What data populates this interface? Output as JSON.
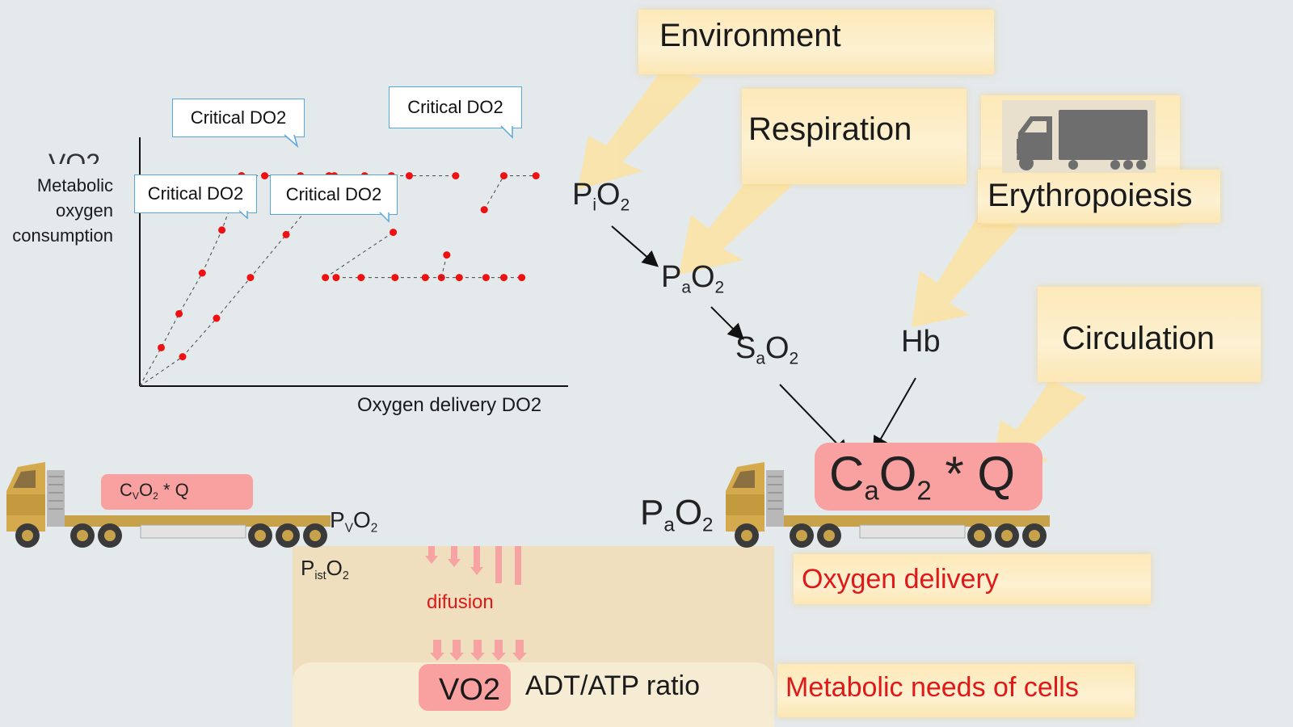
{
  "diagram": {
    "factor_boxes": {
      "environment": "Environment",
      "respiration": "Respiration",
      "erythropoiesis": "Erythropoiesis",
      "circulation": "Circulation"
    },
    "chain": {
      "p_i_o2": {
        "main": "P",
        "sub": "i",
        "o": "O",
        "o_sub": "2"
      },
      "p_a_o2": {
        "main": "P",
        "sub": "a",
        "o": "O",
        "o_sub": "2"
      },
      "s_a_o2": {
        "main": "S",
        "sub": "a",
        "o": "O",
        "o_sub": "2"
      },
      "hb": "Hb",
      "ca_o2_q": {
        "main": "C",
        "sub": "a",
        "o": "O",
        "o_sub": "2",
        "tail": "* Q"
      }
    },
    "trucks": {
      "venous_cargo": {
        "main": "C",
        "sub": "V",
        "o": "O",
        "o_sub": "2",
        "tail": "* Q"
      },
      "venous_p": {
        "main": "P",
        "sub": "V",
        "o": "O",
        "o_sub": "2"
      },
      "arterial_p": {
        "main": "P",
        "sub": "a",
        "o": "O",
        "o_sub": "2"
      }
    },
    "tissue": {
      "p_ist_o2": {
        "main": "P",
        "sub": "ist",
        "o": "O",
        "o_sub": "2"
      },
      "diffusion": "difusion",
      "vo2": "VO2",
      "ratio": "ADT/ATP ratio"
    },
    "right_labels": {
      "oxygen_delivery": "Oxygen delivery",
      "metabolic_needs": "Metabolic needs of cells"
    },
    "accent_colors": {
      "marker": "#ee1111",
      "pink": "#f9a0a0",
      "red_text": "#e01818",
      "arrow_yellow": "#fbe3a6"
    }
  },
  "chart_data": {
    "type": "scatter",
    "title": "",
    "xlabel": "Oxygen delivery DO2",
    "ylabel_lines": [
      "Metabolic",
      "oxygen",
      "consumption"
    ],
    "ylabel_behind": "VO2",
    "callouts": [
      "Critical DO2",
      "Critical DO2",
      "Critical DO2",
      "Critical DO2"
    ],
    "series": [
      {
        "x": [
          1.2,
          2.2,
          3.5,
          4.6,
          5.7
        ],
        "y": [
          1.7,
          3.2,
          5.0,
          6.9,
          9.3
        ]
      },
      {
        "x": [
          5.7,
          7.0,
          9.0,
          10.9
        ],
        "y": [
          9.3,
          9.3,
          9.3,
          9.3
        ]
      },
      {
        "x": [
          2.4,
          4.3,
          6.2,
          8.2,
          10.6
        ],
        "y": [
          1.3,
          3.0,
          4.8,
          6.7,
          9.0
        ]
      },
      {
        "x": [
          10.6,
          12.6,
          14.1,
          15.1,
          17.7
        ],
        "y": [
          9.3,
          9.3,
          9.3,
          9.3,
          9.3
        ]
      },
      {
        "x": [
          10.4,
          14.2
        ],
        "y": [
          4.8,
          6.8
        ]
      },
      {
        "x": [
          16.9,
          17.2
        ],
        "y": [
          4.8,
          5.8
        ]
      },
      {
        "x": [
          11.0,
          12.4,
          14.3,
          16.0,
          17.9,
          19.4,
          20.4,
          21.4
        ],
        "y": [
          4.8,
          4.8,
          4.8,
          4.8,
          4.8,
          4.8,
          4.8,
          4.8
        ]
      },
      {
        "x": [
          19.3,
          20.4,
          22.2
        ],
        "y": [
          7.8,
          9.3,
          9.3
        ]
      }
    ],
    "xlim": [
      0,
      24
    ],
    "ylim": [
      0,
      11
    ],
    "grid": false
  }
}
